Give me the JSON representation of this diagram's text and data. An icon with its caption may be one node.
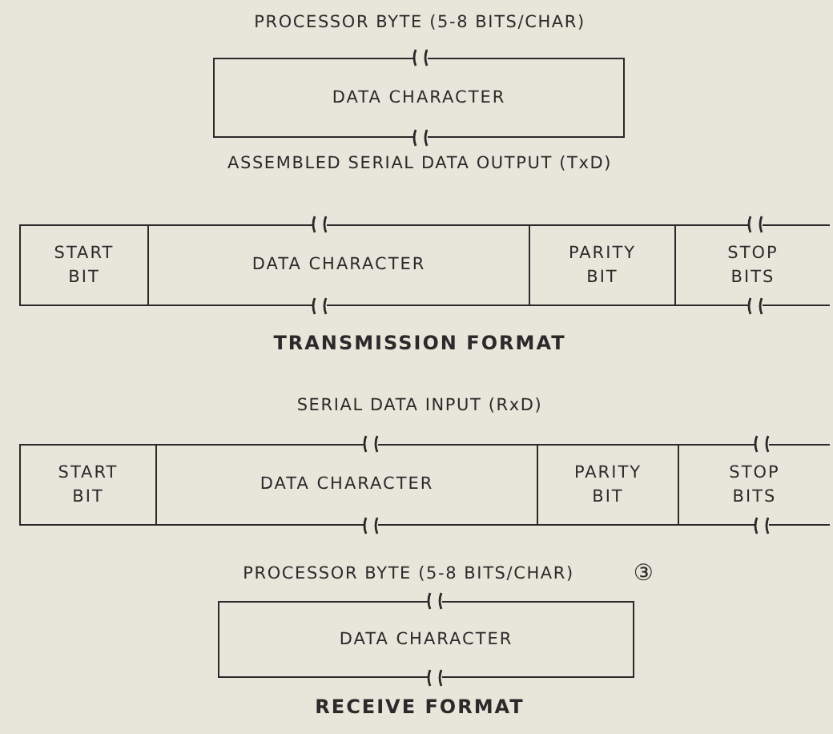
{
  "diagram": {
    "nodes": [
      {
        "text": [
          "DATA CHARACTER"
        ]
      },
      {
        "text": [
          "START BIT"
        ]
      },
      {
        "text": [
          "DATA CHARACTER"
        ]
      },
      {
        "text": [
          "PARITY BIT"
        ]
      },
      {
        "text": [
          "STOP BITS"
        ]
      },
      {
        "text": [
          "START BIT"
        ]
      },
      {
        "text": [
          "DATA CHARACTER"
        ]
      },
      {
        "text": [
          "PARITY BIT"
        ]
      },
      {
        "text": [
          "STOP BITS"
        ]
      },
      {
        "text": [
          "DATA CHARACTER"
        ]
      }
    ],
    "labels": [
      "PROCESSOR BYTE (5-8 BITS/CHAR)",
      "ASSEMBLED SERIAL DATA OUTPUT (TxD)",
      "TRANSMISSION FORMAT",
      "SERIAL DATA INPUT (RxD)",
      "PROCESSOR BYTE (5-8 BITS/CHAR)",
      "③",
      "RECEIVE FORMAT"
    ]
  }
}
